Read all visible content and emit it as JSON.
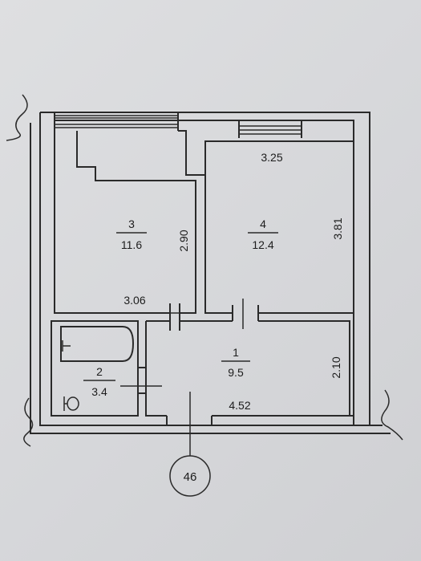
{
  "rooms": [
    {
      "number": "3",
      "area": "11.6"
    },
    {
      "number": "4",
      "area": "12.4"
    },
    {
      "number": "1",
      "area": "9.5"
    },
    {
      "number": "2",
      "area": "3.4"
    }
  ],
  "dimensions": {
    "room3_width": "3.06",
    "room3_length": "2.90",
    "room4_width": "3.25",
    "room4_length": "3.81",
    "room1_width": "4.52",
    "room1_length": "2.10"
  },
  "axis_marker": "46"
}
